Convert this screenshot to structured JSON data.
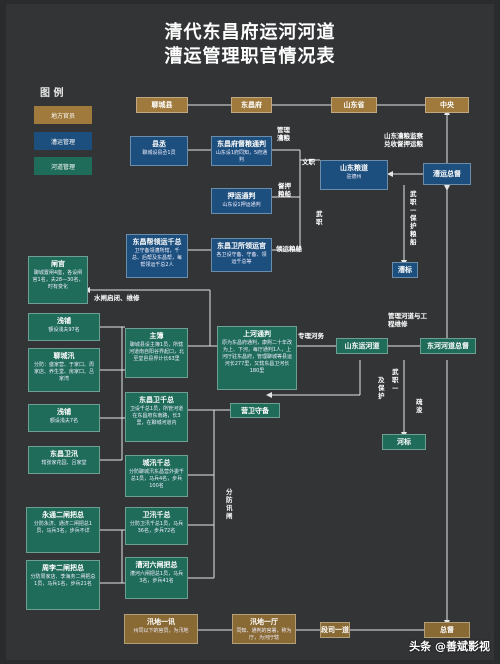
{
  "title": {
    "line1": "清代东昌府运河河道",
    "line2": "漕运管理职官情况表"
  },
  "legend": {
    "heading": "图 例",
    "items": [
      {
        "label": "地方官员"
      },
      {
        "label": "漕运管理"
      },
      {
        "label": "河道管理"
      }
    ]
  },
  "colors": {
    "local": "#a07a3c",
    "canal_transport": "#1d4f7e",
    "river": "#1f6c5a"
  },
  "top_row": {
    "liaocheng": "聊城县",
    "dongchangfu": "东昌府",
    "shandongsheng": "山东省",
    "zhongyang": "中央"
  },
  "cao": {
    "xiancheng": {
      "title": "县丞",
      "desc": "聊城设县丞1员"
    },
    "tongpan": {
      "title": "东昌府督粮通判",
      "desc": "山东设1府同知，5府通判"
    },
    "liangdao": {
      "title": "山东粮道",
      "desc": "驻德州"
    },
    "zongdu": "漕运总督",
    "yaganl": {
      "title": "押运通判",
      "desc": "山东设1押运通判"
    },
    "qianzong": {
      "title": "东昌帮领运千总",
      "desc": "卫守备领漕所辖，千总、后帮及东昌帮，每帮领运千总2人"
    },
    "weishoubei": {
      "title": "东昌卫所领运官",
      "desc": "各卫设守备、守备、领运千总等"
    },
    "caobiao": "漕标"
  },
  "he": {
    "zhatguan": {
      "title": "闸官",
      "desc": "聊城置闸4座，各设闸官1名，夫28—30名，时有变化"
    },
    "qianpu1": {
      "title": "浅铺",
      "desc": "额设浅夫97名"
    },
    "liaochengxun": {
      "title": "聊城汛",
      "desc": "分防：盛家营、于家口、周家店、养生堂、房家口、吕家湾"
    },
    "qianpu2": {
      "title": "浅铺",
      "desc": "额设浅夫7名"
    },
    "dongchangwei": {
      "title": "东昌卫汛",
      "desc": "辖张家花园、吕家堂"
    },
    "zhubu": {
      "title": "主簿",
      "desc": "聊城县设主簿1员，所辖河道南自阳谷界起口，北至堂邑县界计长63里"
    },
    "shanghe": {
      "title": "上河通判",
      "desc": "原为东昌府通判，康熙二十年改为上、下河，每厅通判1人，上河厅驻东昌府，管理聊城等县运河长277里，又辖东昌卫河长180里"
    },
    "shandongyunhe": "山东运河道",
    "donghe": "东河河道总督",
    "weiqianzong": {
      "title": "东昌卫千总",
      "desc": "卫设千总1员，所管河道在东昌府东南路，长3里，在聊城河道内"
    },
    "yingshou": "营卫守备",
    "chengxun": {
      "title": "城汛千总",
      "desc": "分防聊城汛东昌营外委千总1员，马兵4名，步兵100名"
    },
    "weixun": {
      "title": "卫汛千总",
      "desc": "分防卫汛千总1员，马兵36名，步兵72名"
    },
    "liuzha": {
      "title": "漕河六闸把总",
      "desc": "漕河六闸把总1员，马兵3名，步兵41名"
    },
    "yongtong": {
      "title": "永通二闸把总",
      "desc": "分防永济、通济二闸把总1员，马兵3名，步兵不详"
    },
    "zhoujia": {
      "title": "周李二闸把总",
      "desc": "分防周家店、李海务二闸把总1员，马兵1名，步兵21名"
    },
    "hebiao": "河标"
  },
  "bottom": {
    "fanxun": {
      "title": "汛地一讯",
      "desc": "州同以下的官员，为汛地"
    },
    "fanting": {
      "title": "汛地一厅",
      "desc": "同知、通判的官署，称为厅，为河厅辖"
    },
    "daxun": "段司一道",
    "zongdu_ph": "总督"
  },
  "labels": {
    "guanli_cao": "管理漕粮",
    "wenzhi": "文职",
    "duzhu_liang": "督押粮船",
    "wuzhi1": "武职",
    "lingyun": "领运粮船",
    "shandong_caoliang": "山东漕粮监察兑收督押运粮",
    "wuzhi_baohu": "武职—保护粮船",
    "shuizha": "水闸启闭、维修",
    "zhuanli": "专理河务",
    "guanli_he": "管理河道与工程维修",
    "ji_hu": "及保护",
    "wuzhi2": "武职—",
    "liusuo": "疏浚",
    "fenfang": "分防讯闸"
  },
  "footer": "头条 @善斌影视"
}
